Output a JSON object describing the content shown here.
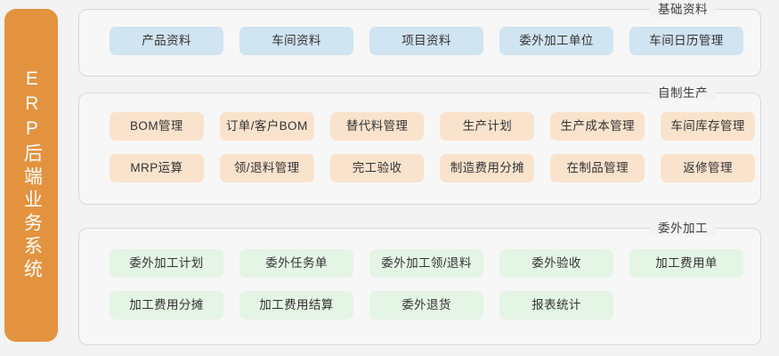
{
  "colors": {
    "page_background": "#f3f3f3",
    "sidebar": "#e3933f",
    "section_background": "#f7f7f7",
    "section_border": "#d8d8d8",
    "chip_basic": "#d0e4f1",
    "chip_make": "#fae3cd",
    "chip_out": "#e4f4e5",
    "text": "#333333"
  },
  "sidebar": {
    "label": "ERP后端业务系统"
  },
  "sections": [
    {
      "id": "basic",
      "title": "基础资料",
      "rows": [
        [
          "产品资料",
          "车间资料",
          "项目资料",
          "委外加工单位",
          "车间日历管理"
        ]
      ]
    },
    {
      "id": "make",
      "title": "自制生产",
      "rows": [
        [
          "BOM管理",
          "订单/客户BOM",
          "替代料管理",
          "生产计划",
          "生产成本管理",
          "车间库存管理"
        ],
        [
          "MRP运算",
          "领/退料管理",
          "完工验收",
          "制造费用分摊",
          "在制品管理",
          "返修管理"
        ]
      ]
    },
    {
      "id": "out",
      "title": "委外加工",
      "rows": [
        [
          "委外加工计划",
          "委外任务单",
          "委外加工领/退料",
          "委外验收",
          "加工费用单"
        ],
        [
          "加工费用分摊",
          "加工费用结算",
          "委外退货",
          "报表统计"
        ]
      ]
    }
  ]
}
